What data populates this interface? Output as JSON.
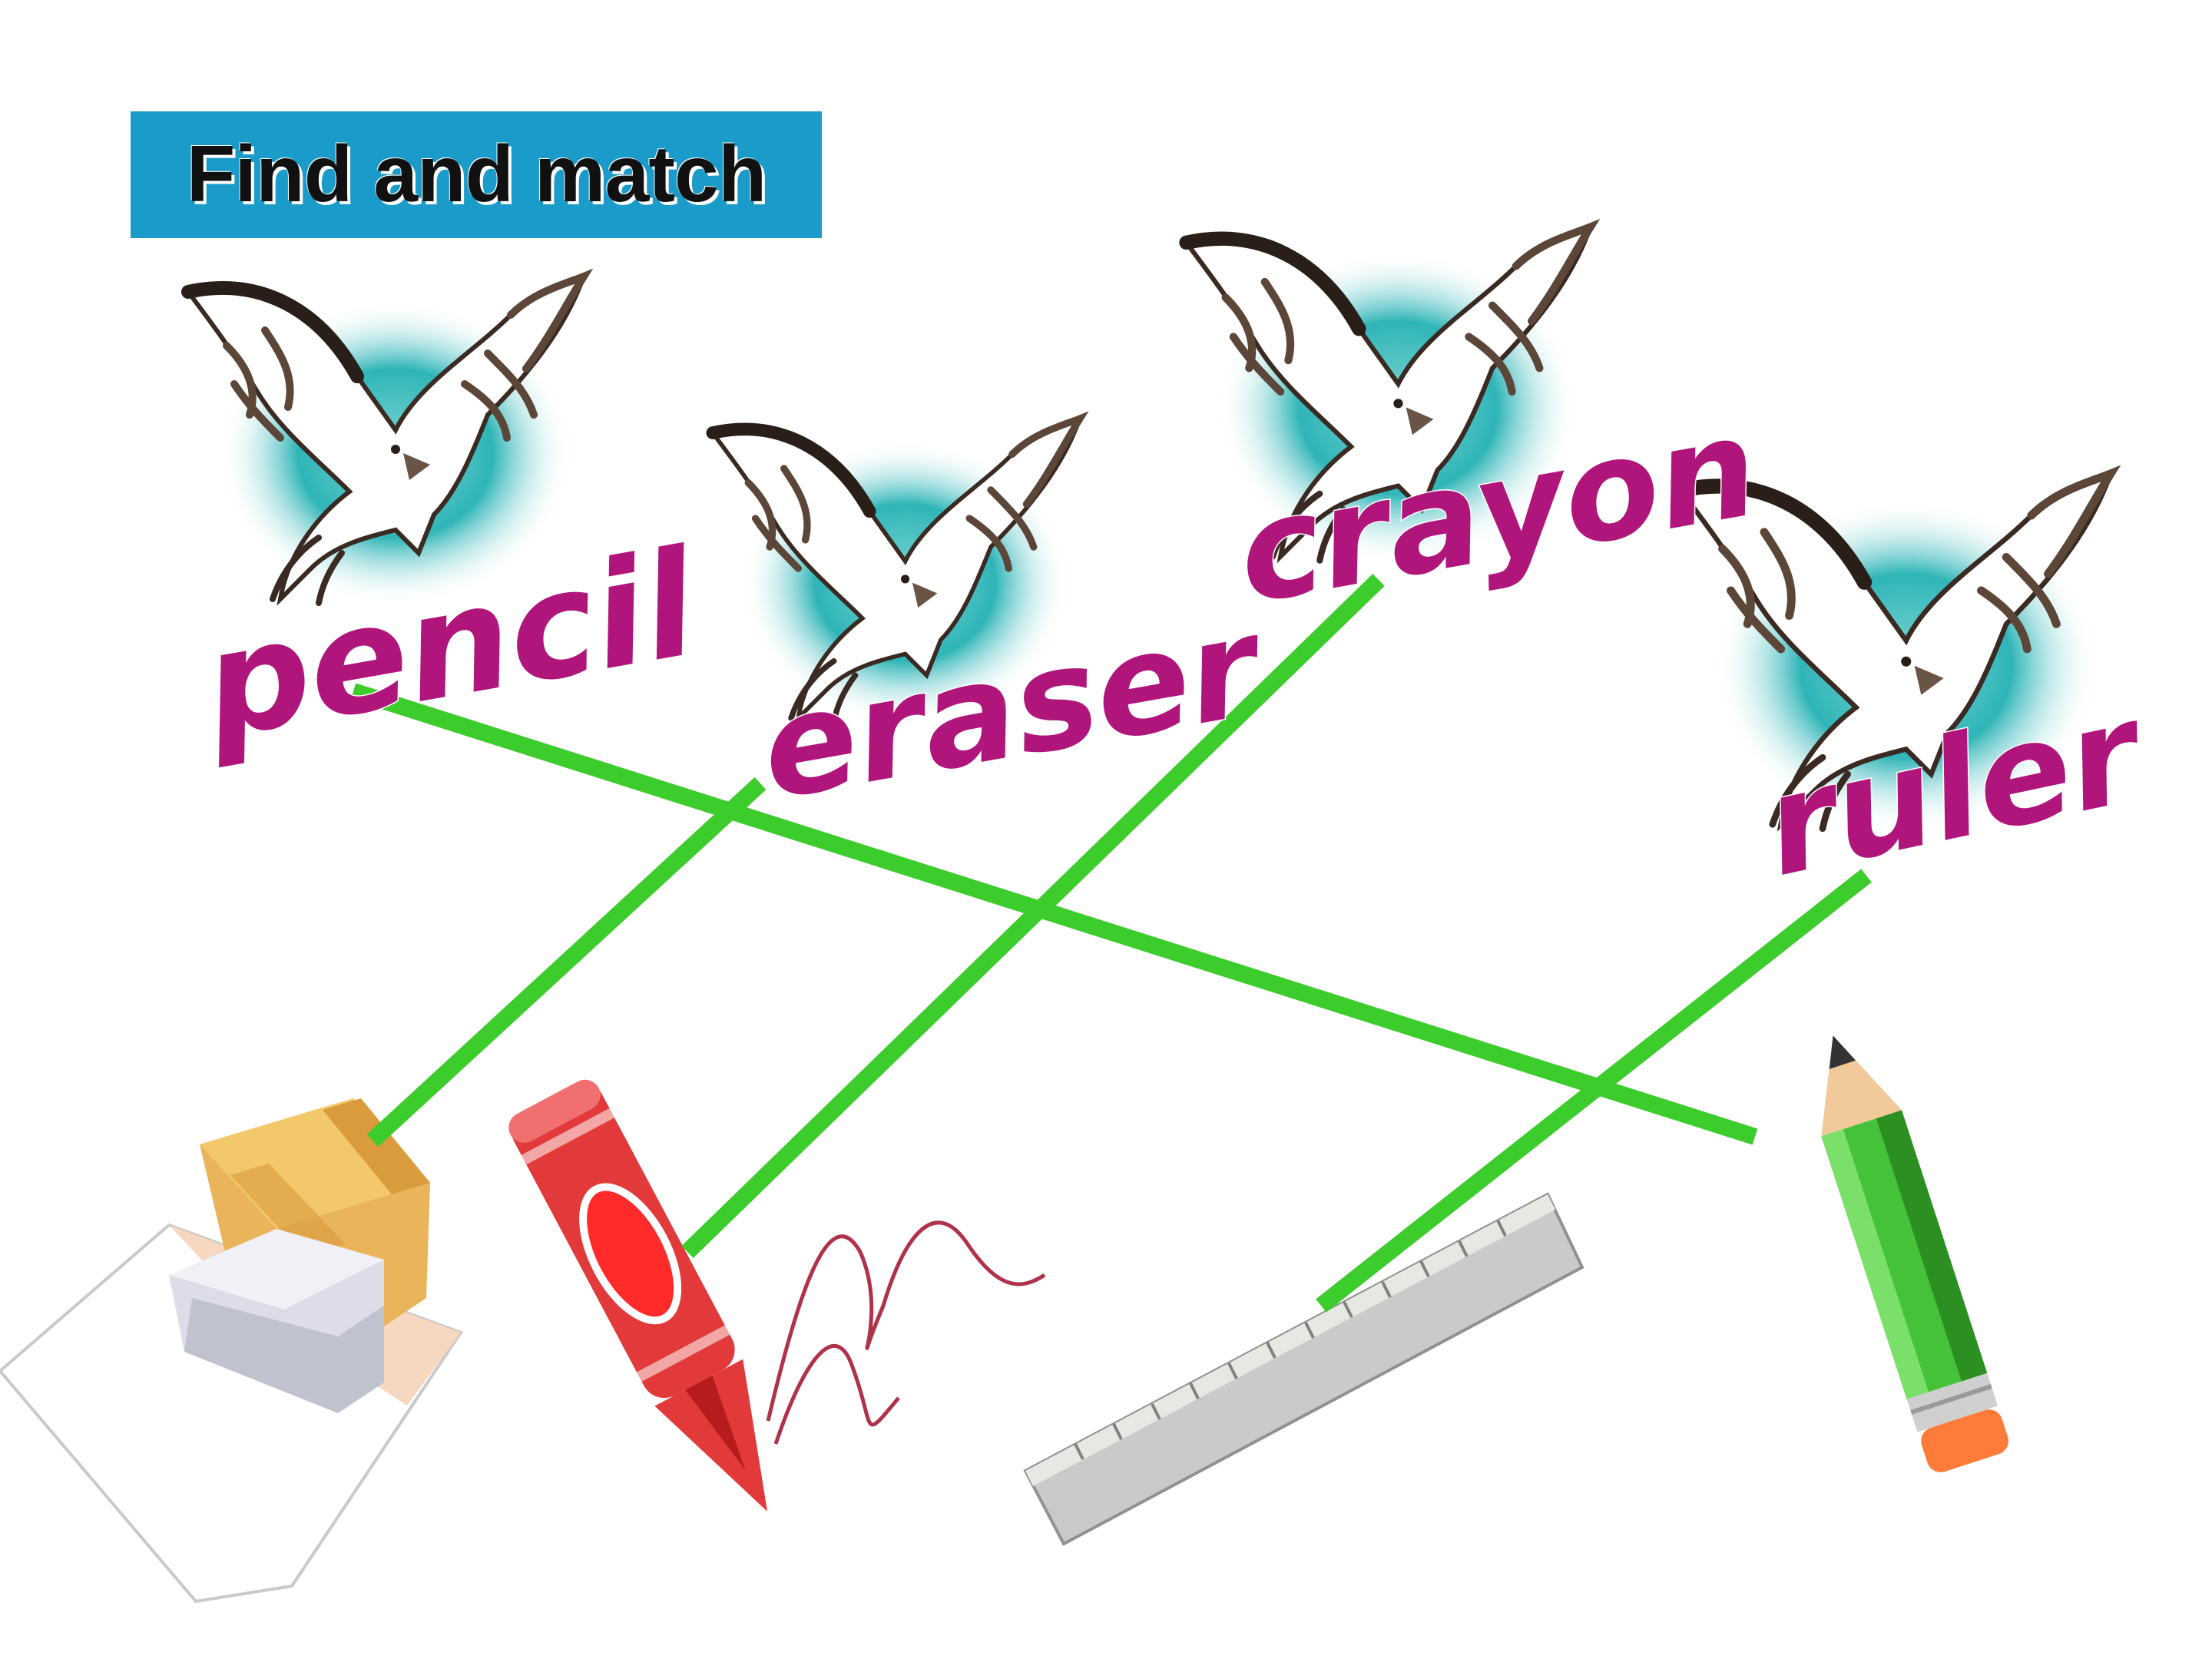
{
  "title": "Find and match",
  "words": [
    {
      "label": "pencil"
    },
    {
      "label": "eraser"
    },
    {
      "label": "crayon"
    },
    {
      "label": "ruler"
    }
  ],
  "objects": [
    {
      "icon": "eraser-icon"
    },
    {
      "icon": "crayon-icon"
    },
    {
      "icon": "ruler-icon"
    },
    {
      "icon": "pencil-icon"
    }
  ],
  "matches": [
    {
      "word": "pencil",
      "object": "pencil"
    },
    {
      "word": "eraser",
      "object": "eraser"
    },
    {
      "word": "crayon",
      "object": "crayon"
    },
    {
      "word": "ruler",
      "object": "ruler"
    }
  ],
  "colors": {
    "banner": "#1a9bc9",
    "word_text": "#b0157c",
    "match_line": "#3ccc2c",
    "bird_glow": "#2fb5b8"
  }
}
